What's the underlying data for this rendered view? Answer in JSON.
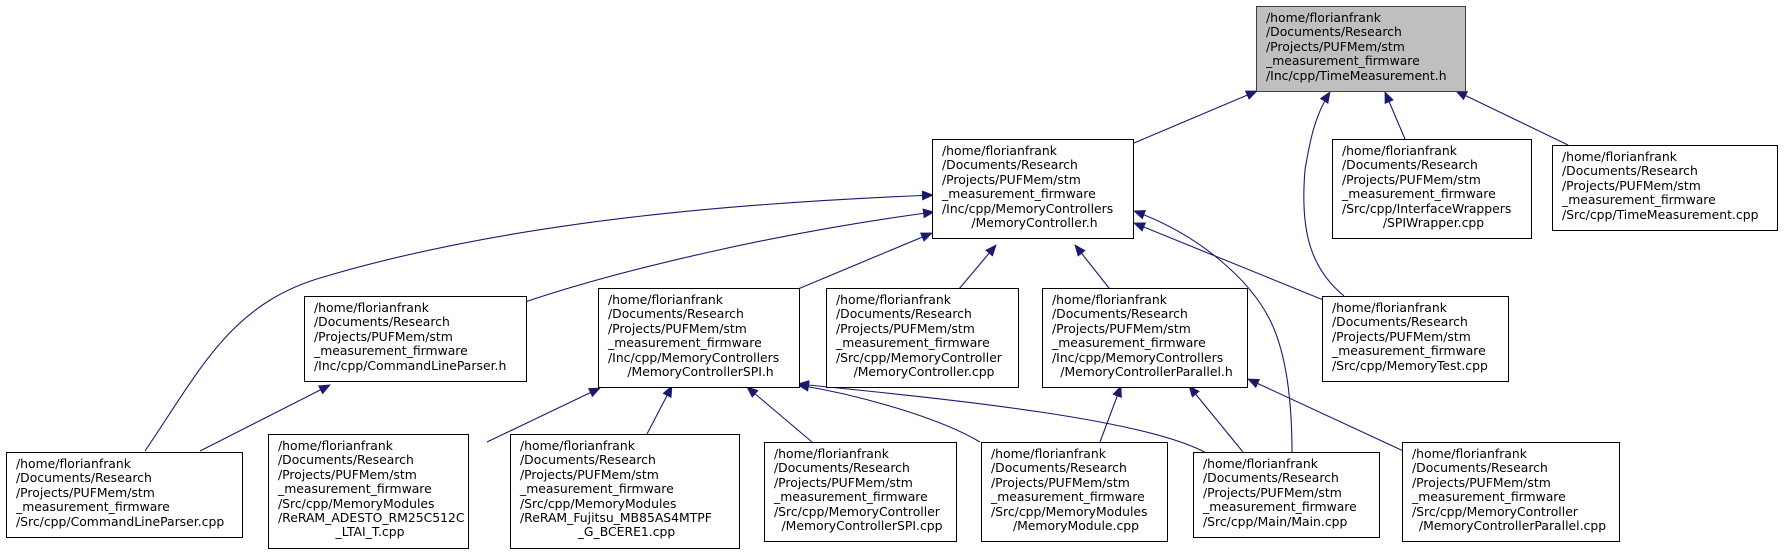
{
  "colors": {
    "edge": "#191970",
    "node_border": "#000000",
    "highlight_fill": "#bfbfbf"
  },
  "nodes": {
    "timemeasurement_h": [
      "/home/florianfrank",
      "/Documents/Research",
      "/Projects/PUFMem/stm",
      "_measurement_firmware",
      "/Inc/cpp/TimeMeasurement.h"
    ],
    "memorycontroller_h": [
      "/home/florianfrank",
      "/Documents/Research",
      "/Projects/PUFMem/stm",
      "_measurement_firmware",
      "/Inc/cpp/MemoryControllers",
      "/MemoryController.h"
    ],
    "spiwrapper_cpp": [
      "/home/florianfrank",
      "/Documents/Research",
      "/Projects/PUFMem/stm",
      "_measurement_firmware",
      "/Src/cpp/InterfaceWrappers",
      "/SPIWrapper.cpp"
    ],
    "timemeasurement_cpp": [
      "/home/florianfrank",
      "/Documents/Research",
      "/Projects/PUFMem/stm",
      "_measurement_firmware",
      "/Src/cpp/TimeMeasurement.cpp"
    ],
    "commandlineparser_h": [
      "/home/florianfrank",
      "/Documents/Research",
      "/Projects/PUFMem/stm",
      "_measurement_firmware",
      "/Inc/cpp/CommandLineParser.h"
    ],
    "memorycontrollerspi_h": [
      "/home/florianfrank",
      "/Documents/Research",
      "/Projects/PUFMem/stm",
      "_measurement_firmware",
      "/Inc/cpp/MemoryControllers",
      "/MemoryControllerSPI.h"
    ],
    "memorycontroller_cpp": [
      "/home/florianfrank",
      "/Documents/Research",
      "/Projects/PUFMem/stm",
      "_measurement_firmware",
      "/Src/cpp/MemoryController",
      "/MemoryController.cpp"
    ],
    "memorycontrollerparallel_h": [
      "/home/florianfrank",
      "/Documents/Research",
      "/Projects/PUFMem/stm",
      "_measurement_firmware",
      "/Inc/cpp/MemoryControllers",
      "/MemoryControllerParallel.h"
    ],
    "memorytest_cpp": [
      "/home/florianfrank",
      "/Documents/Research",
      "/Projects/PUFMem/stm",
      "_measurement_firmware",
      "/Src/cpp/MemoryTest.cpp"
    ],
    "commandlineparser_cpp": [
      "/home/florianfrank",
      "/Documents/Research",
      "/Projects/PUFMem/stm",
      "_measurement_firmware",
      "/Src/cpp/CommandLineParser.cpp"
    ],
    "reram_adesto_cpp": [
      "/home/florianfrank",
      "/Documents/Research",
      "/Projects/PUFMem/stm",
      "_measurement_firmware",
      "/Src/cpp/MemoryModules",
      "/ReRAM_ADESTO_RM25C512C",
      "_LTAI_T.cpp"
    ],
    "reram_fujitsu_cpp": [
      "/home/florianfrank",
      "/Documents/Research",
      "/Projects/PUFMem/stm",
      "_measurement_firmware",
      "/Src/cpp/MemoryModules",
      "/ReRAM_Fujitsu_MB85AS4MTPF",
      "_G_BCERE1.cpp"
    ],
    "memorycontrollerspi_cpp": [
      "/home/florianfrank",
      "/Documents/Research",
      "/Projects/PUFMem/stm",
      "_measurement_firmware",
      "/Src/cpp/MemoryController",
      "/MemoryControllerSPI.cpp"
    ],
    "memorymodule_cpp": [
      "/home/florianfrank",
      "/Documents/Research",
      "/Projects/PUFMem/stm",
      "_measurement_firmware",
      "/Src/cpp/MemoryModules",
      "/MemoryModule.cpp"
    ],
    "main_cpp": [
      "/home/florianfrank",
      "/Documents/Research",
      "/Projects/PUFMem/stm",
      "_measurement_firmware",
      "/Src/cpp/Main/Main.cpp"
    ],
    "memorycontrollerparallel_cpp": [
      "/home/florianfrank",
      "/Documents/Research",
      "/Projects/PUFMem/stm",
      "_measurement_firmware",
      "/Src/cpp/MemoryController",
      "/MemoryControllerParallel.cpp"
    ]
  }
}
